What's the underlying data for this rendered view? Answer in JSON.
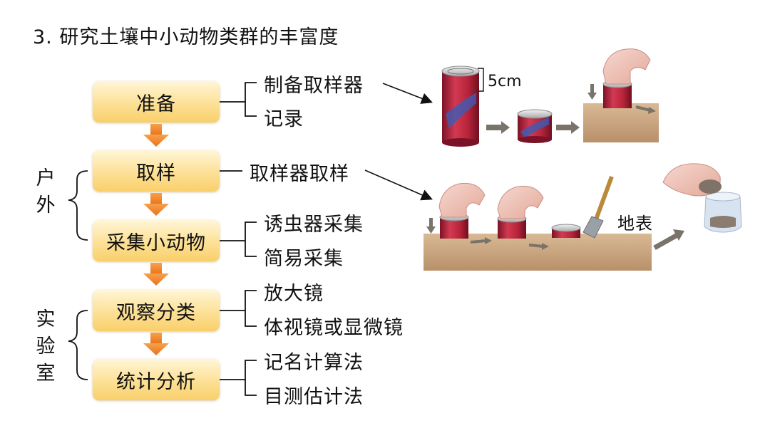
{
  "title": "3. 研究土壤中小动物类群的丰富度",
  "steps": [
    {
      "label": "准备"
    },
    {
      "label": "取样"
    },
    {
      "label": "采集小动物"
    },
    {
      "label": "观察分类"
    },
    {
      "label": "统计分析"
    }
  ],
  "groups": {
    "outdoor": "户外",
    "lab": "实验室"
  },
  "details": {
    "prep": [
      "制备取样器",
      "记录"
    ],
    "sampling": [
      "取样器取样"
    ],
    "collect": [
      "诱虫器采集",
      "简易采集"
    ],
    "observe": [
      "放大镜",
      "体视镜或显微镜"
    ],
    "stats": [
      "记名计算法",
      "目测估计法"
    ]
  },
  "annotations": {
    "height": "5cm",
    "surface": "地表"
  },
  "colors": {
    "box_top": "#fff6d8",
    "box_bottom": "#f9cf6a",
    "arrow": "#f08a2a",
    "soil": "#c9a47a",
    "can_red": "#b7243a",
    "can_blue": "#3d5bb5",
    "gray_arrow": "#7a736a"
  }
}
